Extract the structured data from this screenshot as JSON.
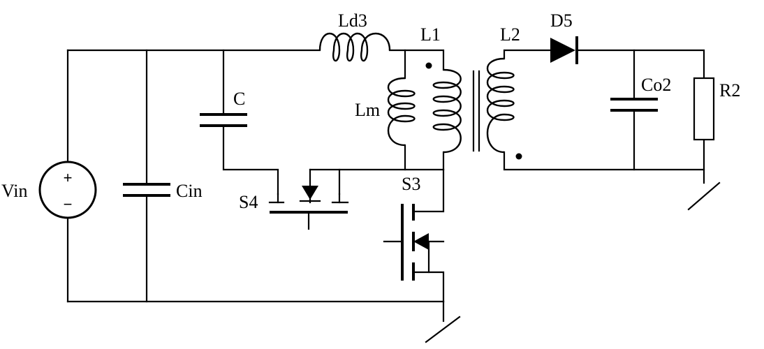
{
  "diagram": {
    "labels": {
      "vin": "Vin",
      "cin": "Cin",
      "c": "C",
      "ld3": "Ld3",
      "l1": "L1",
      "lm": "Lm",
      "l2": "L2",
      "d5": "D5",
      "co2": "Co2",
      "r2": "R2",
      "s3": "S3",
      "s4": "S4"
    },
    "source_symbols": {
      "plus": "+",
      "minus": "−"
    },
    "colors": {
      "line": "#000000",
      "background": "#ffffff"
    }
  }
}
